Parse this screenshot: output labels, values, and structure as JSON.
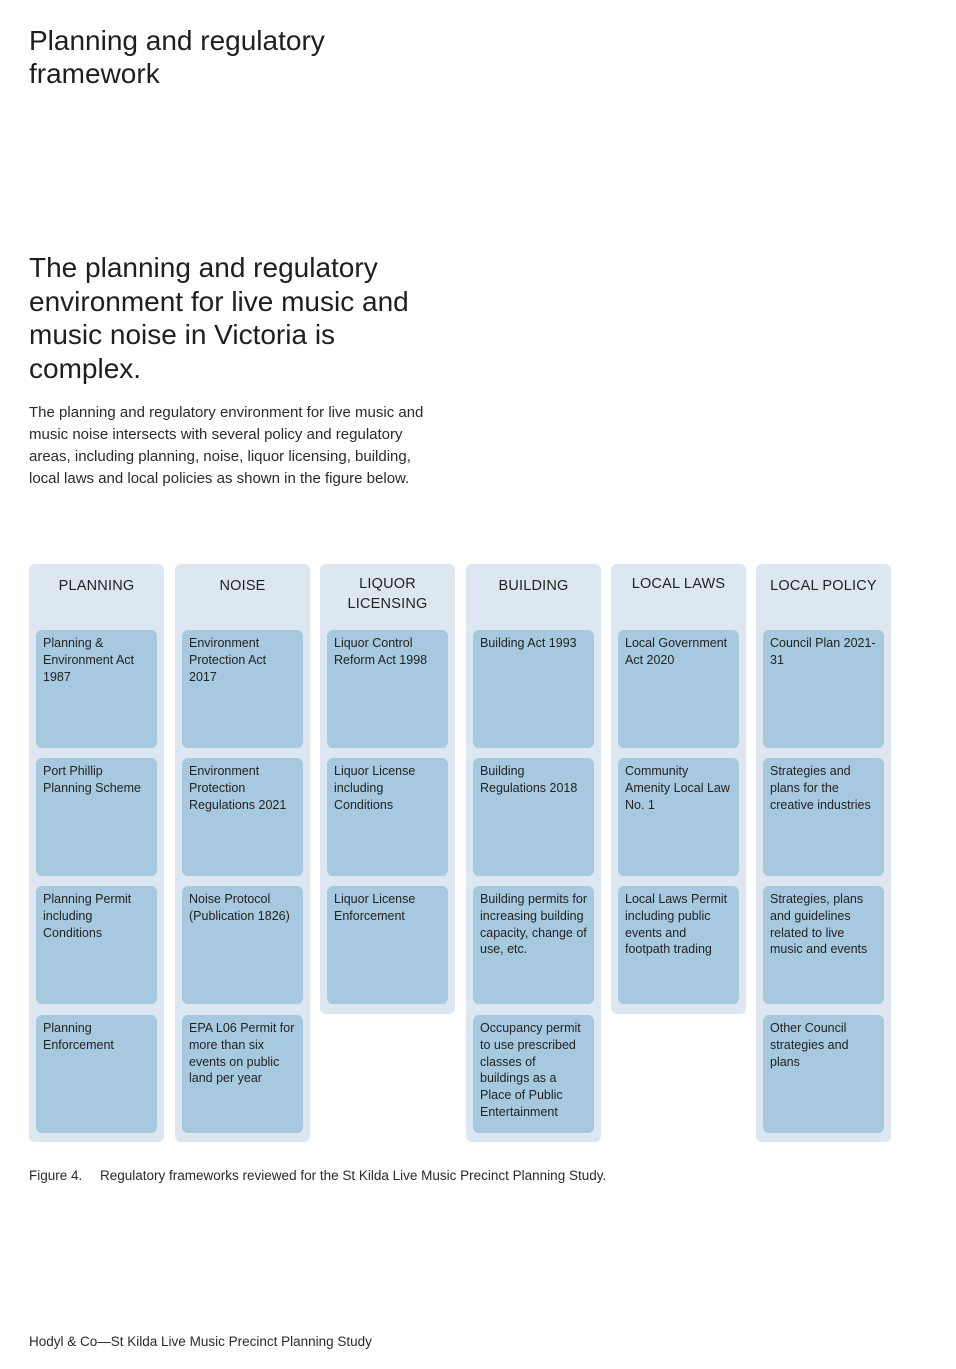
{
  "page": {
    "section_title": "Planning and regulatory framework",
    "lead": "The planning and regulatory environment for live music and music noise in Victoria is complex.",
    "body": "The planning and regulatory environment for live music and music noise intersects with several policy and regulatory areas, including planning, noise, liquor licensing, building, local laws and local policies as shown in the figure below.",
    "caption_number": "Figure 4.",
    "caption_text": "Regulatory frameworks reviewed for the St Kilda Live Music Precinct Planning Study.",
    "footer": "Hodyl & Co—St Kilda Live Music Precinct Planning Study"
  },
  "colors": {
    "column_bg": "#dce7f1",
    "box_bg": "#a7c9e0"
  },
  "figure": {
    "columns": [
      {
        "heading": "PLANNING",
        "items": [
          "Planning & Environment Act 1987",
          "Port Phillip Planning Scheme",
          "Planning Permit including Conditions",
          "Planning Enforcement"
        ]
      },
      {
        "heading": "NOISE",
        "items": [
          "Environment Protection Act 2017",
          "Environment Protection Regulations 2021",
          "Noise Protocol (Publication 1826)",
          "EPA L06 Permit for more than six events on public land per year"
        ]
      },
      {
        "heading": "LIQUOR LICENSING",
        "items": [
          "Liquor Control Reform Act 1998",
          "Liquor License including Conditions",
          "Liquor License Enforcement"
        ]
      },
      {
        "heading": "BUILDING",
        "items": [
          "Building Act 1993",
          "Building Regulations 2018",
          "Building permits for increasing building capacity, change of use, etc.",
          "Occupancy permit to use prescribed classes of buildings as a Place of Public Entertainment"
        ]
      },
      {
        "heading": "LOCAL LAWS",
        "items": [
          "Local Government Act 2020",
          "Community Amenity Local Law No. 1",
          "Local Laws Permit including public events and footpath trading"
        ]
      },
      {
        "heading": "LOCAL POLICY",
        "items": [
          "Council Plan 2021-31",
          "Strategies and plans for the creative industries",
          "Strategies, plans and guidelines related to live music and events",
          "Other Council strategies and plans"
        ]
      }
    ]
  }
}
